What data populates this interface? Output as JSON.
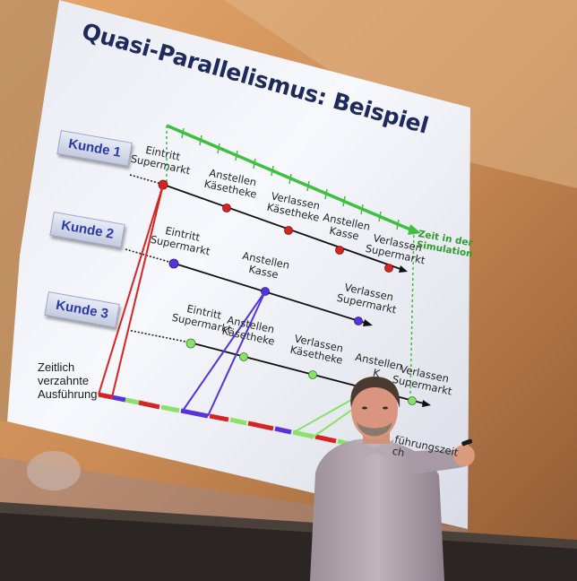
{
  "slide": {
    "title": "Quasi-Parallelismus: Beispiel",
    "customers": [
      "Kunde 1",
      "Kunde 2",
      "Kunde 3"
    ],
    "sim_axis_label": [
      "Zeit in der",
      "Simulation"
    ],
    "events": {
      "eintritt": [
        "Eintritt",
        "Supermarkt"
      ],
      "anstellen_kaese": [
        "Anstellen",
        "Käsetheke"
      ],
      "verlassen_kaese": [
        "Verlassen",
        "Käsetheke"
      ],
      "anstellen_kasse": [
        "Anstellen",
        "Kasse"
      ],
      "verlassen_super": [
        "Verlassen",
        "Supermarkt"
      ],
      "anstellen_k_partial": "Anstellen",
      "anstellen_k_partial2": "K"
    },
    "execution_label": [
      "Zeitlich",
      "verzahnte",
      "Ausführung"
    ],
    "exec_time_label_partial": [
      "führungszeit",
      "ch"
    ]
  },
  "colors": {
    "kunde1": "#d62424",
    "kunde2": "#5533dd",
    "kunde3": "#7ed957",
    "sim_axis": "#3fbf3f",
    "title": "#1f2a5c",
    "wall": "#c98a54"
  }
}
